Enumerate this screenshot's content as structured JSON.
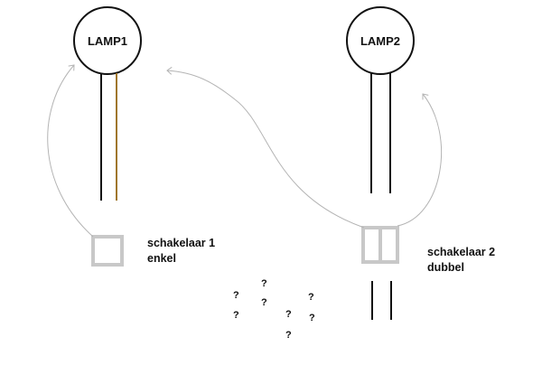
{
  "lamps": [
    {
      "label": "LAMP1"
    },
    {
      "label": "LAMP2"
    }
  ],
  "switches": [
    {
      "line1": "schakelaar 1",
      "line2": "enkel"
    },
    {
      "line1": "schakelaar 2",
      "line2": "dubbel"
    }
  ],
  "question_marks": [
    "?",
    "?",
    "?",
    "?",
    "?",
    "?",
    "?",
    "?"
  ],
  "colors": {
    "wire": "#111111",
    "wire_brown": "#a0762a",
    "switch_outline": "#c8c8c8",
    "arrow": "#b4b4b4"
  }
}
